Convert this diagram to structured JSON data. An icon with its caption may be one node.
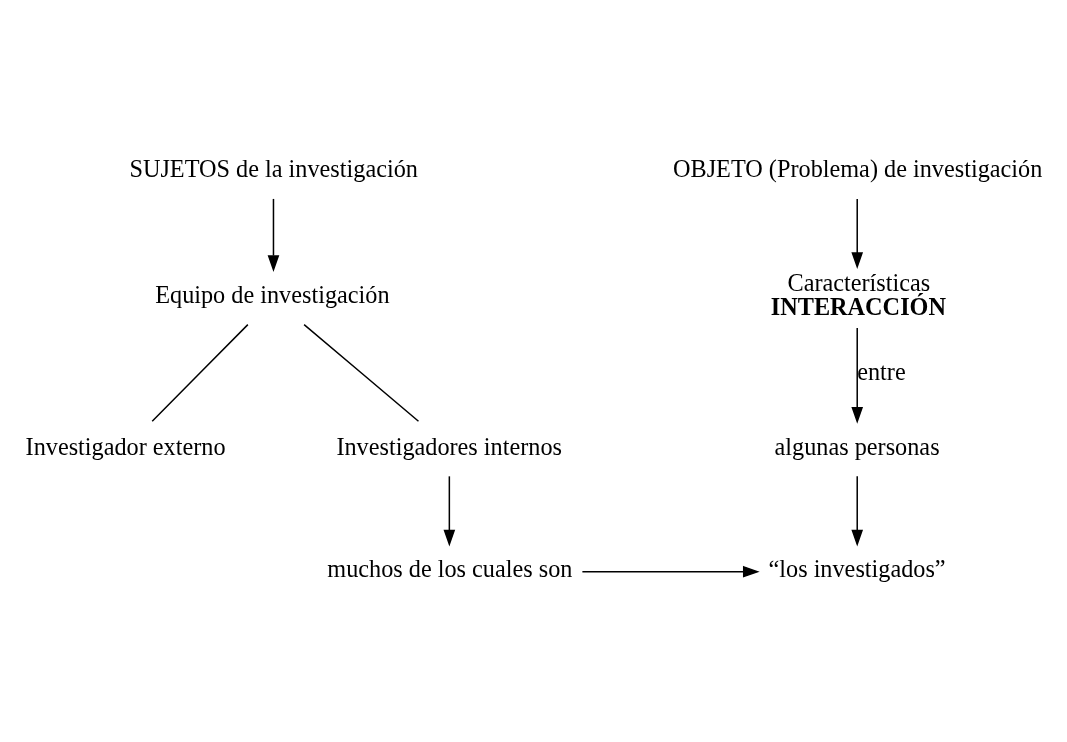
{
  "diagram": {
    "nodes": [
      {
        "text": [
          "SUJETOS de la investigación"
        ]
      },
      {
        "text": [
          "Equipo de investigación"
        ]
      },
      {
        "text": [
          "Investigador externo"
        ]
      },
      {
        "text": [
          "Investigadores internos"
        ]
      },
      {
        "text": [
          "muchos de los cuales son"
        ]
      },
      {
        "text": [
          "OBJETO (Problema) de investigación"
        ]
      },
      {
        "text": [
          "Características",
          "INTERACCIÓN"
        ]
      },
      {
        "text": [
          "algunas personas"
        ]
      },
      {
        "text": [
          "“los investigados”"
        ]
      }
    ],
    "edges": [
      {
        "from": 0,
        "to": 1,
        "arrow": "to"
      },
      {
        "from": 1,
        "to": 2,
        "arrow": "none"
      },
      {
        "from": 1,
        "to": 3,
        "arrow": "none"
      },
      {
        "from": 3,
        "to": 4,
        "arrow": "to"
      },
      {
        "from": 4,
        "to": 8,
        "arrow": "to"
      },
      {
        "from": 5,
        "to": 6,
        "arrow": "to"
      },
      {
        "from": 6,
        "to": 7,
        "arrow": "to",
        "label": "entre"
      },
      {
        "from": 7,
        "to": 8,
        "arrow": "to"
      }
    ]
  }
}
